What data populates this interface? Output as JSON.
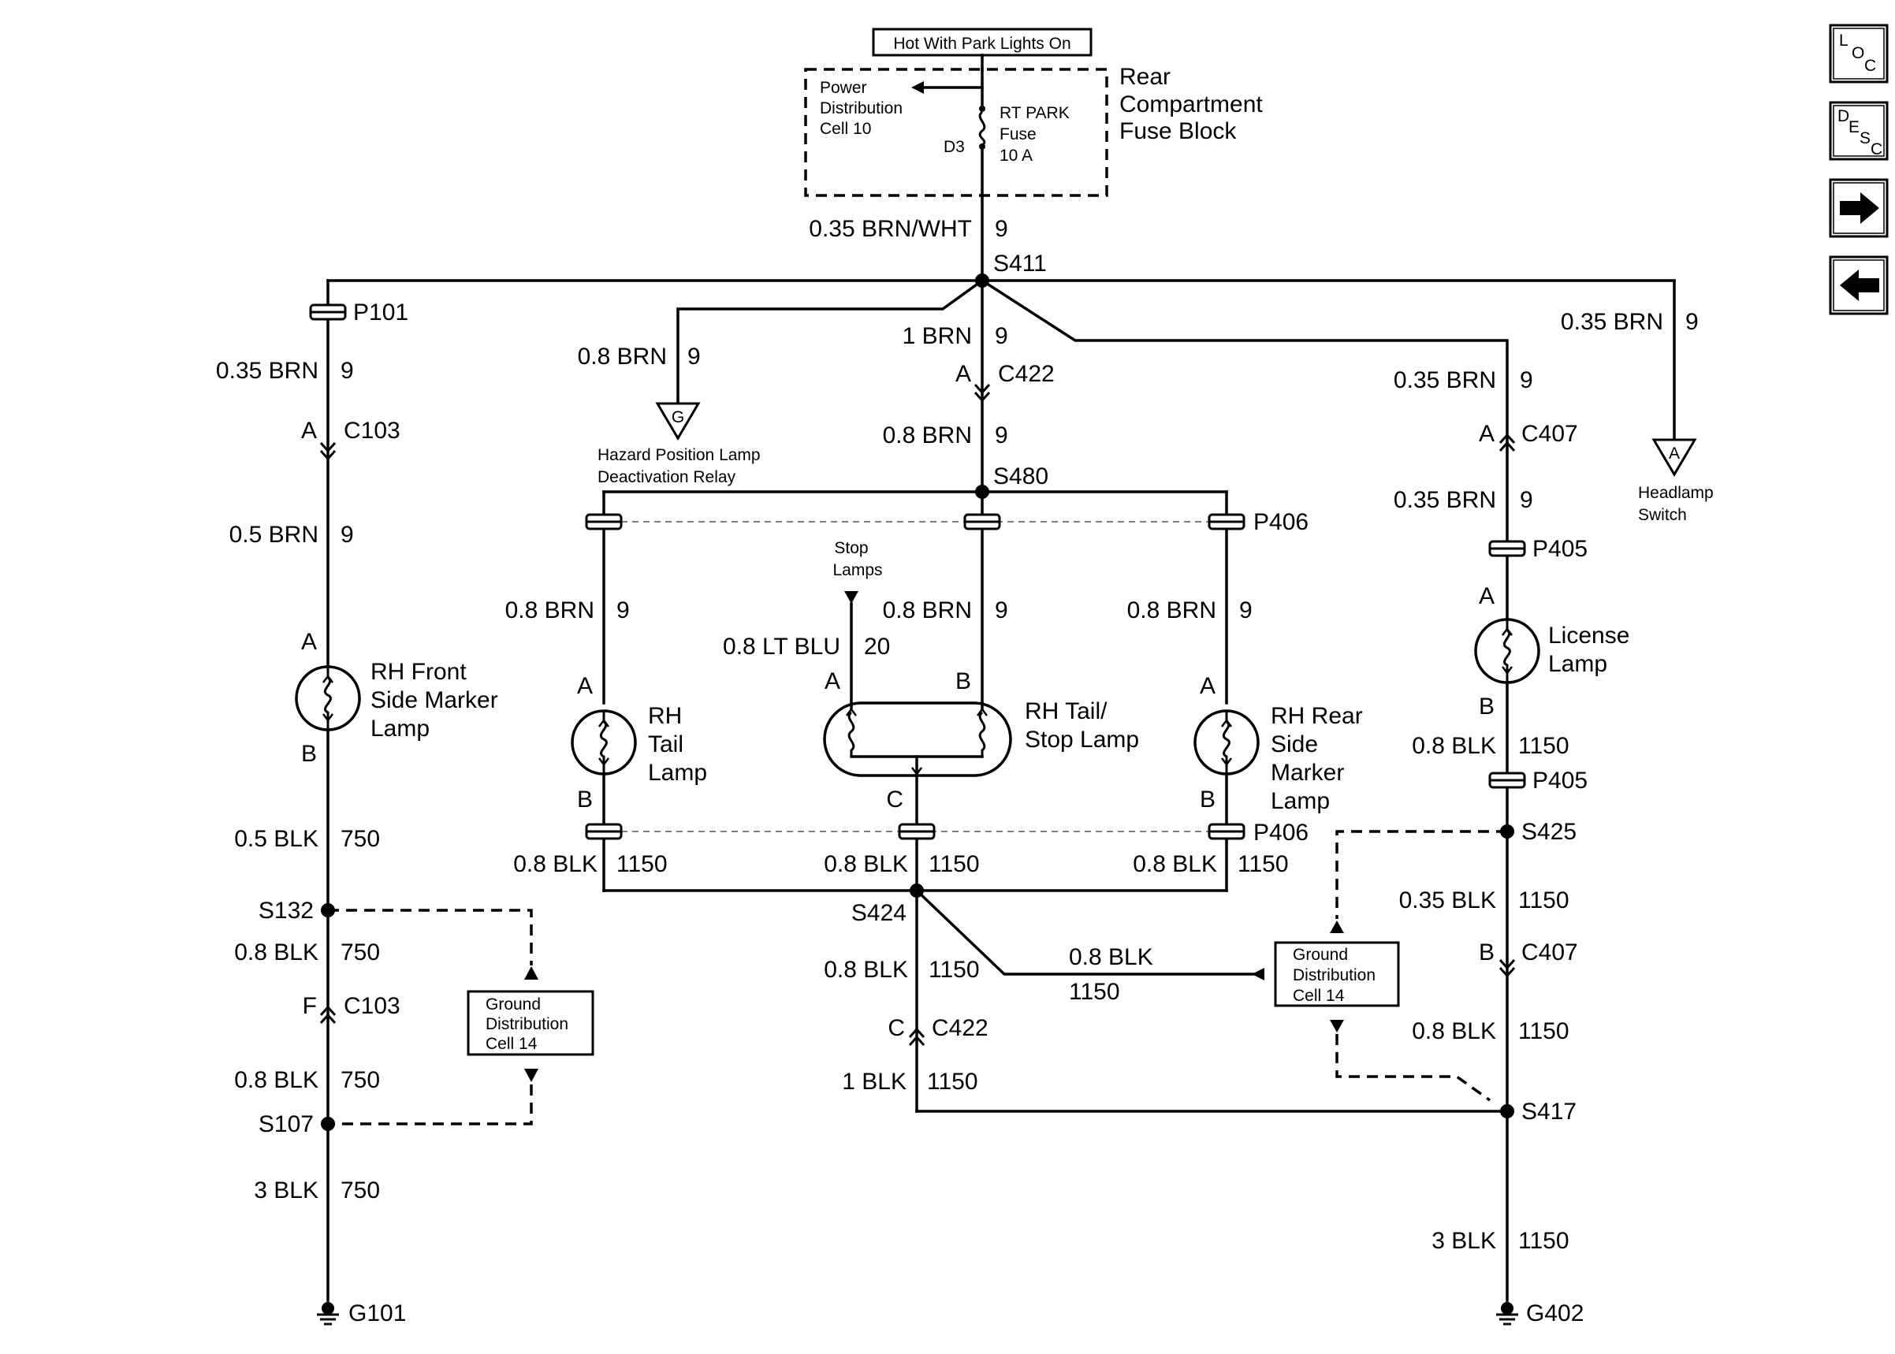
{
  "fuse_block": {
    "hot_label": "Hot With Park Lights On",
    "title_lines": [
      "Rear",
      "Compartment",
      "Fuse Block"
    ],
    "power_dist": [
      "Power",
      "Distribution",
      "Cell 10"
    ],
    "fuse_lines": [
      "RT PARK",
      "Fuse",
      "10 A"
    ],
    "terminal": "D3"
  },
  "wires": {
    "top_feed": [
      "0.35 BRN/WHT",
      "9"
    ],
    "left_p101": [
      "0.35 BRN",
      "9"
    ],
    "left_c103_to_lamp": [
      "0.5 BRN",
      "9"
    ],
    "left_after_lamp": [
      "0.5 BLK",
      "750"
    ],
    "left_s132": [
      "0.8 BLK",
      "750"
    ],
    "left_f": [
      "0.8 BLK",
      "750"
    ],
    "left_ground": [
      "3 BLK",
      "750"
    ],
    "hazard": [
      "0.8 BRN",
      "9"
    ],
    "center_feed": [
      "1 BRN",
      "9"
    ],
    "center_after_c422": [
      "0.8 BRN",
      "9"
    ],
    "tail": [
      "0.8 BRN",
      "9"
    ],
    "stop_feed": [
      "0.8 LT BLU",
      "20"
    ],
    "stop_brn": [
      "0.8 BRN",
      "9"
    ],
    "rear_marker": [
      "0.8 BRN",
      "9"
    ],
    "ground_tail": [
      "0.8 BLK",
      "1150"
    ],
    "ground_stop": [
      "0.8 BLK",
      "1150"
    ],
    "ground_marker": [
      "0.8 BLK",
      "1150"
    ],
    "center_down": [
      "0.8 BLK",
      "1150"
    ],
    "to_ground_dist": [
      "0.8 BLK",
      "1150"
    ],
    "center_c422_down": [
      "1 BLK",
      "1150"
    ],
    "right_feed": [
      "0.35 BRN",
      "9"
    ],
    "right_c407": [
      "0.35 BRN",
      "9"
    ],
    "license_out": [
      "0.8 BLK",
      "1150"
    ],
    "right_s425": [
      "0.35 BLK",
      "1150"
    ],
    "right_c407b": [
      "0.8 BLK",
      "1150"
    ],
    "right_ground": [
      "3 BLK",
      "1150"
    ],
    "headlamp": [
      "0.35 BRN",
      "9"
    ]
  },
  "splices": {
    "s411": "S411",
    "s480": "S480",
    "s424": "S424",
    "s425": "S425",
    "s417": "S417",
    "s132": "S132",
    "s107": "S107"
  },
  "connectors": {
    "p101": "P101",
    "c103": "C103",
    "c422": "C422",
    "c407": "C407",
    "p405": "P405",
    "p406": "P406"
  },
  "pins": {
    "a": "A",
    "b": "B",
    "c": "C",
    "f": "F"
  },
  "grounds": {
    "g101": "G101",
    "g402": "G402"
  },
  "components": {
    "rh_front_marker": [
      "RH Front",
      "Side Marker",
      "Lamp"
    ],
    "rh_tail": [
      "RH",
      "Tail",
      "Lamp"
    ],
    "rh_tail_stop": [
      "RH Tail/",
      "Stop Lamp"
    ],
    "rh_rear_marker": [
      "RH Rear",
      "Side",
      "Marker",
      "Lamp"
    ],
    "license": [
      "License",
      "Lamp"
    ],
    "hazard_relay": [
      "Hazard Position Lamp",
      "Deactivation Relay"
    ],
    "stop_lamps": [
      "Stop",
      "Lamps"
    ],
    "headlamp_switch": [
      "Headlamp",
      "Switch"
    ],
    "ground_dist": [
      "Ground",
      "Distribution",
      "Cell 14"
    ],
    "ref_g": "G",
    "ref_a": "A"
  },
  "nav": {
    "loc": [
      "L",
      "O",
      "C"
    ],
    "desc": [
      "D",
      "E",
      "S",
      "C"
    ]
  }
}
